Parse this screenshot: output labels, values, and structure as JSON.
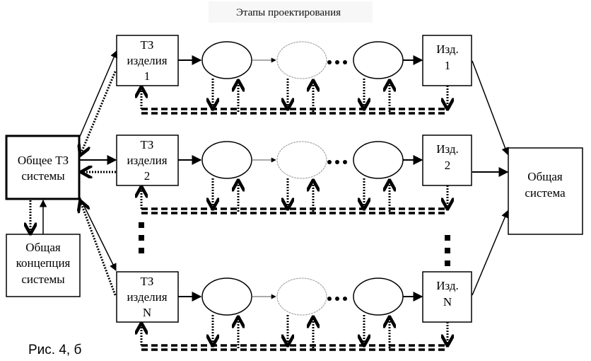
{
  "diagram": {
    "title": "Этапы проектирования",
    "caption": "Рис. 4, б",
    "general_spec": {
      "lines": [
        "Общее ТЗ",
        "системы"
      ]
    },
    "concept": {
      "lines": [
        "Общая",
        "концепция",
        "системы"
      ]
    },
    "system": {
      "lines": [
        "Общая",
        "система"
      ]
    },
    "rows": [
      {
        "spec_lines": [
          "ТЗ",
          "изделия",
          "1"
        ],
        "product_lines": [
          "Изд.",
          "1"
        ]
      },
      {
        "spec_lines": [
          "ТЗ",
          "изделия",
          "2"
        ],
        "product_lines": [
          "Изд.",
          "2"
        ]
      },
      {
        "spec_lines": [
          "ТЗ",
          "изделия",
          "N"
        ],
        "product_lines": [
          "Изд.",
          "N"
        ]
      }
    ],
    "stage_ellipses_per_row": 3,
    "stage_styles": [
      "solid",
      "faint-dashed",
      "solid"
    ],
    "ellipsis_between_stages": "•••",
    "vertical_continuation": "■ ■ ■"
  }
}
